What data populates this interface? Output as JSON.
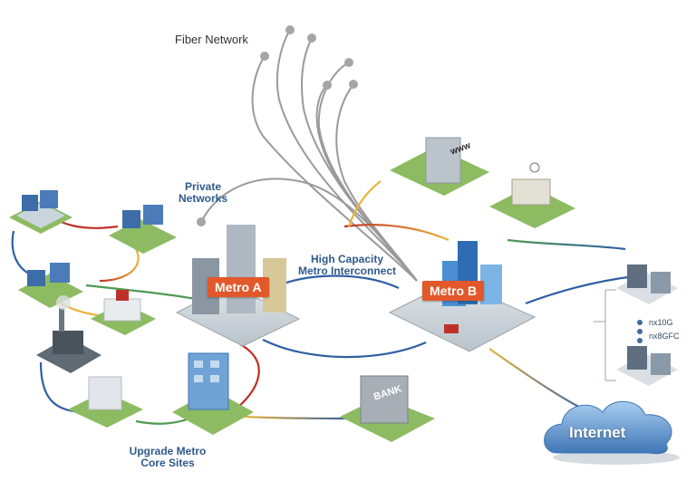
{
  "labels": {
    "fiber_network": "Fiber Network",
    "private_networks": "Private\nNetworks",
    "high_capacity": "High Capacity\nMetro Interconnect",
    "metro_a": "Metro A",
    "metro_b": "Metro B",
    "upgrade_sites": "Upgrade Metro\nCore Sites",
    "internet": "Internet",
    "bank": "BANK",
    "www": "WWW",
    "nx10g": "nx10G",
    "nx8gfc": "nx8GFC"
  },
  "colors": {
    "label_blue": "#2f5a8c",
    "metro_orange": "#e2582b",
    "fiber_grey": "#9a9a9a",
    "link_blue": "#2e5fa3",
    "link_red": "#c0302a",
    "link_yellow": "#e8b43a",
    "link_green": "#4f9a54",
    "cloud_blue": "#6fa3d6"
  }
}
